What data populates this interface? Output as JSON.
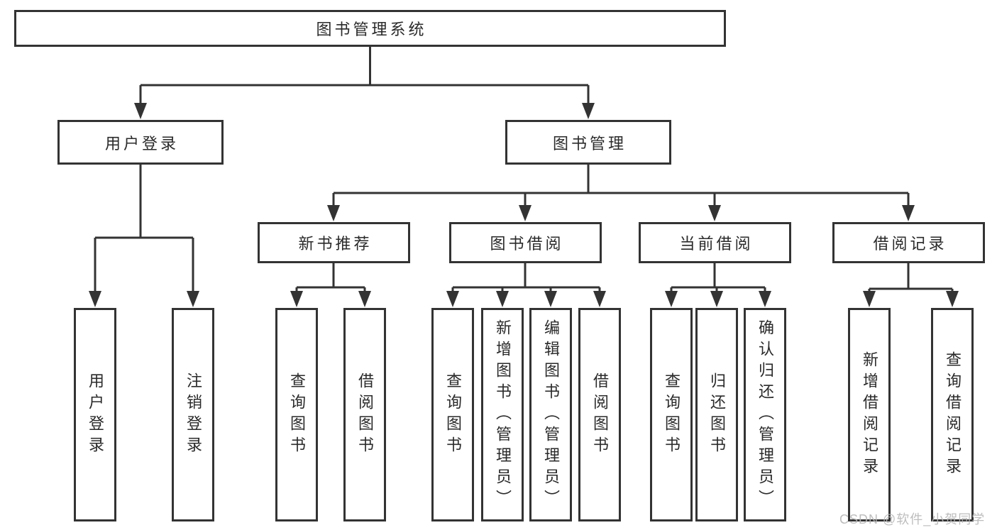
{
  "diagram": {
    "root": {
      "label": "图书管理系统"
    },
    "level2": [
      {
        "label": "用户登录"
      },
      {
        "label": "图书管理"
      }
    ],
    "level3": [
      {
        "label": "新书推荐"
      },
      {
        "label": "图书借阅"
      },
      {
        "label": "当前借阅"
      },
      {
        "label": "借阅记录"
      }
    ],
    "leaves": {
      "user_login": [
        "用户登录",
        "注销登录"
      ],
      "new_book": [
        "查询图书",
        "借阅图书"
      ],
      "book_borrow": [
        "查询图书",
        "新增图书（管理员）",
        "编辑图书（管理员）",
        "借阅图书"
      ],
      "current_borrow": [
        "查询图书",
        "归还图书",
        "确认归还（管理员）"
      ],
      "borrow_record": [
        "新增借阅记录",
        "查询借阅记录"
      ]
    }
  },
  "watermark": {
    "text": "CSDN @软件_小贺同学"
  },
  "colors": {
    "line": "#333333",
    "box_border": "#333333",
    "text": "#2a2a2a",
    "background": "#ffffff",
    "watermark": "#b6b6b6"
  }
}
